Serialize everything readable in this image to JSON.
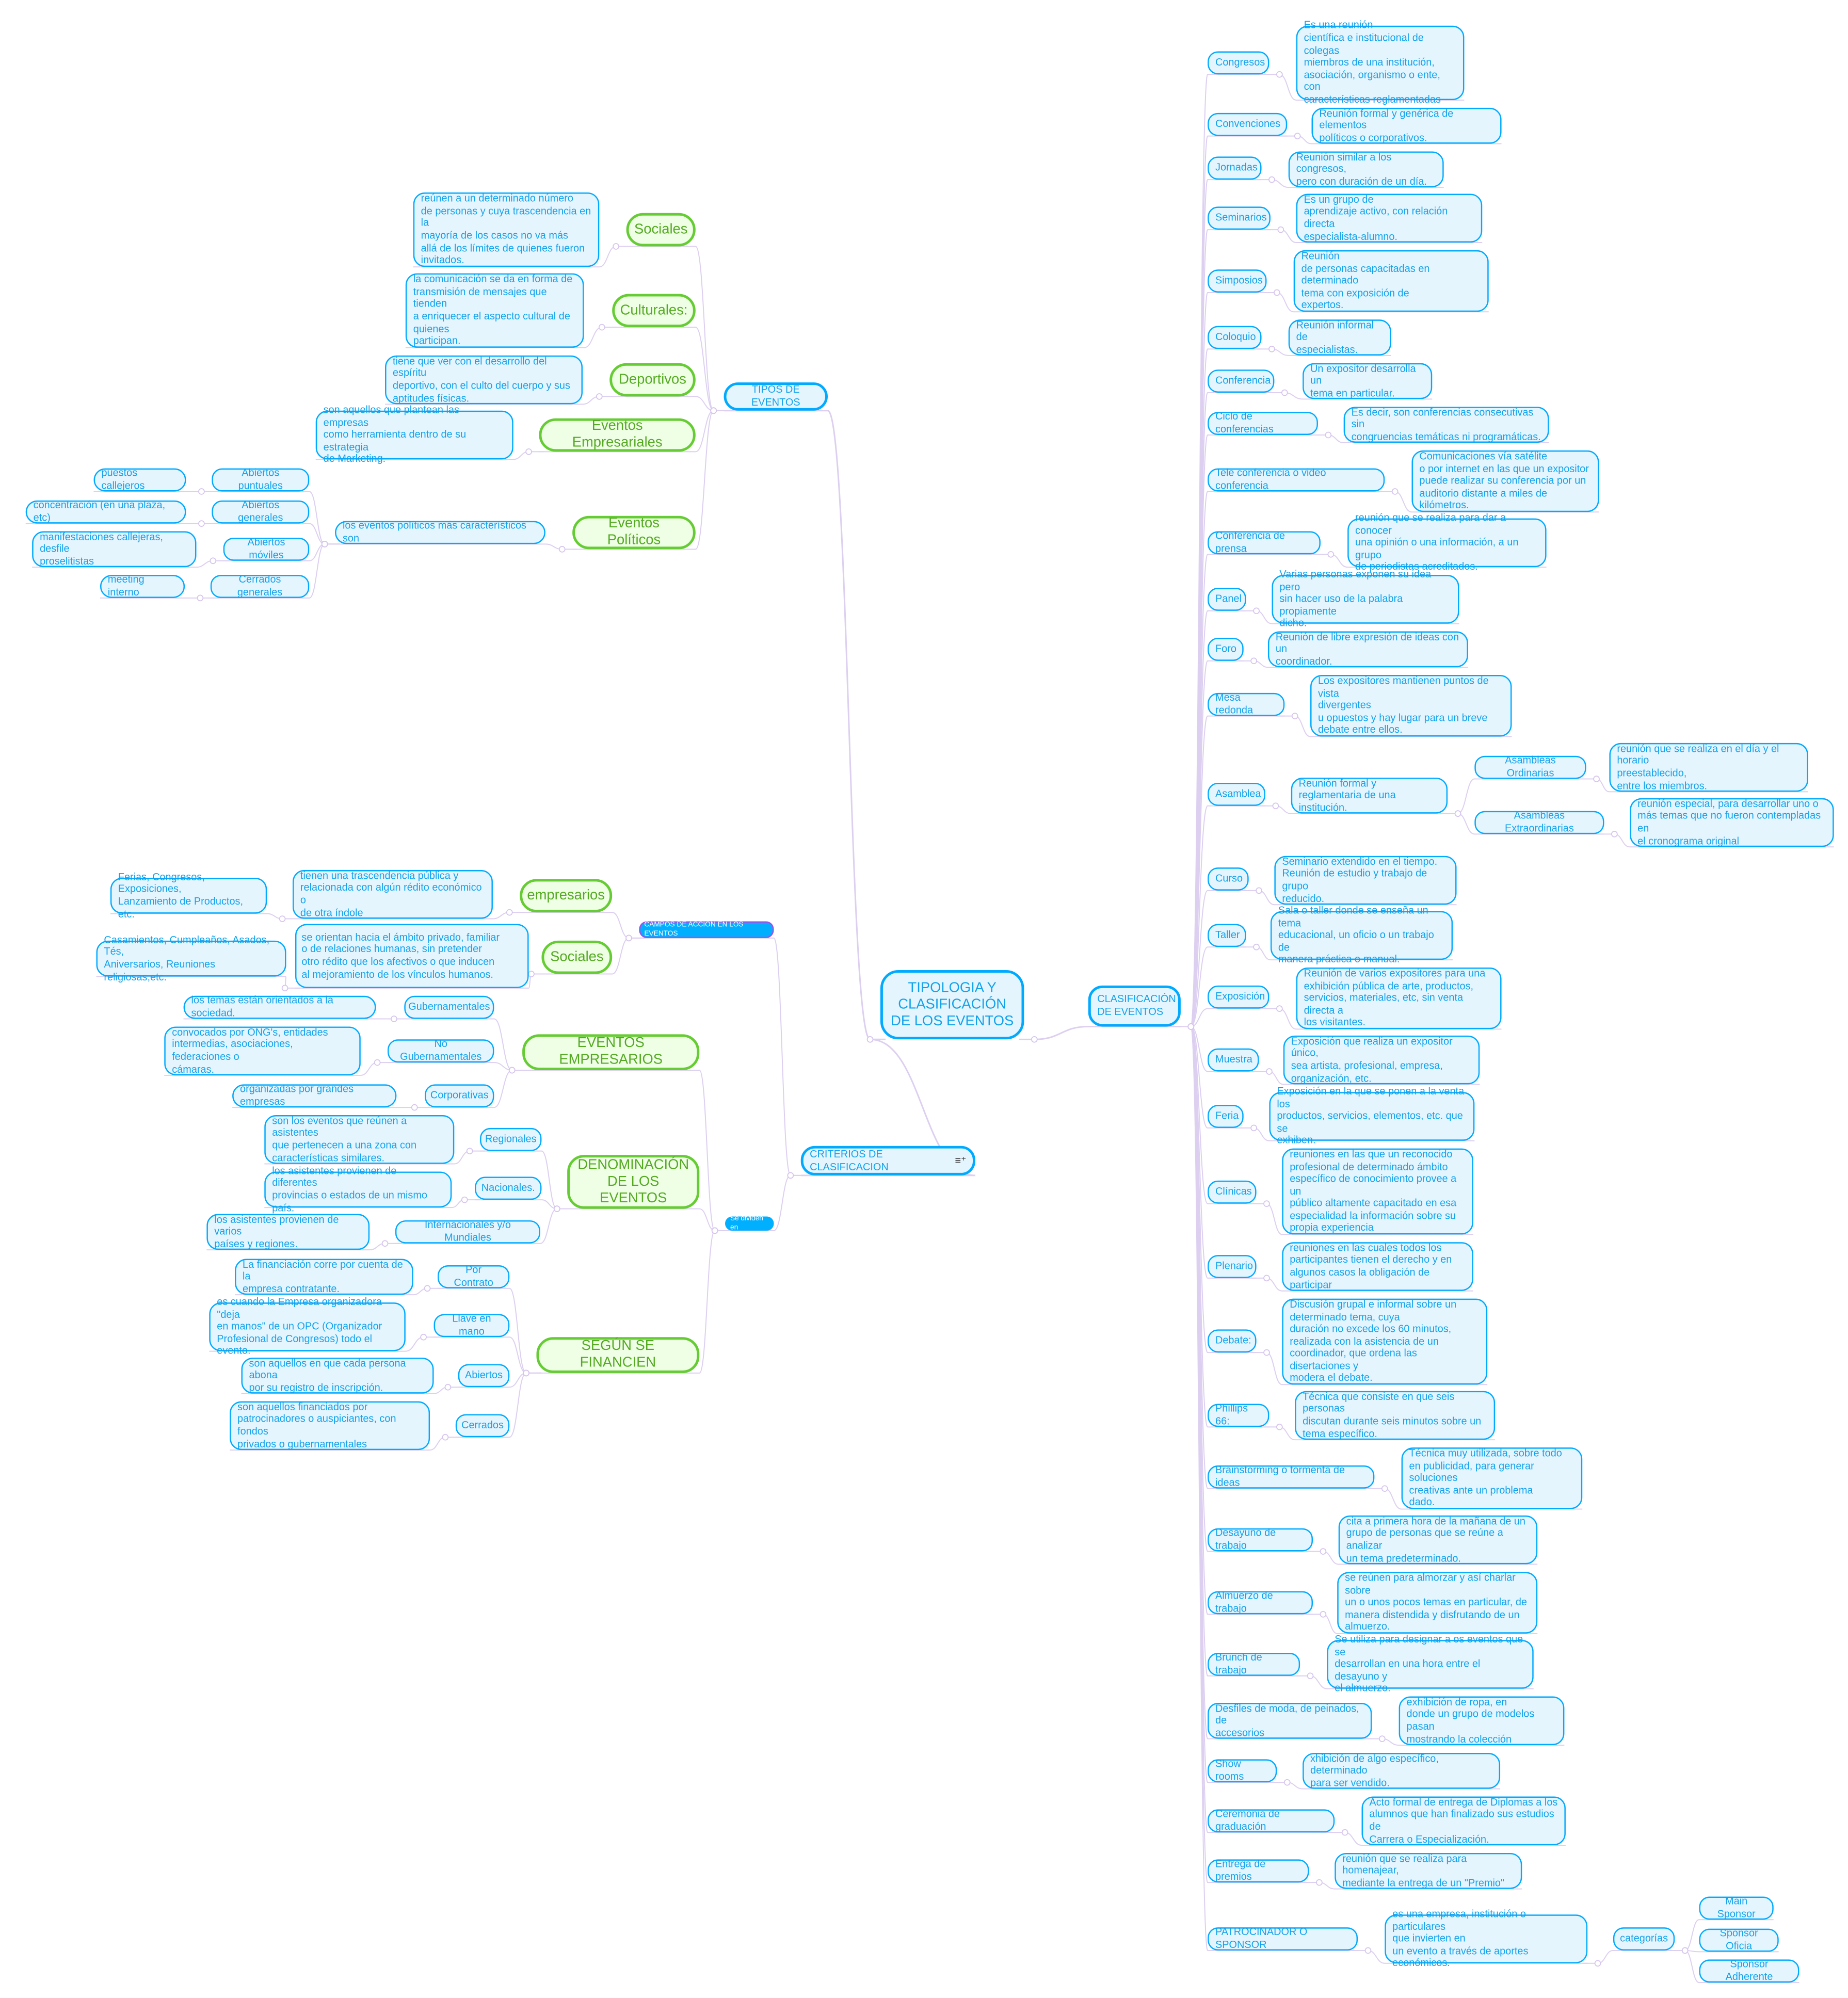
{
  "root": {
    "title": "TIPOLOGIA Y CLASIFICACIÓN DE LOS EVENTOS"
  },
  "colors": {
    "blue_border": "#00aaff",
    "blue_fill": "#e5f5fe",
    "green_border": "#66cc33",
    "green_fill": "#eeffe5",
    "connector": "#dccff0",
    "accent_border": "#a24ce8"
  },
  "clasificacion": {
    "label": "CLASIFICACIÓN DE EVENTOS",
    "items": [
      {
        "label": "Congresos",
        "desc": "Es una reunión\ncientífica e institucional de colegas\nmiembros de una institución,\nasociación, organismo o ente, con\ncaracterísticas reglamentadas"
      },
      {
        "label": "Convenciones",
        "desc": "Reunión formal y genérica de elementos\npolíticos o corporativos."
      },
      {
        "label": "Jornadas",
        "desc": "Reunión similar a los congresos,\npero con duración de un día."
      },
      {
        "label": "Seminarios",
        "desc": "Es un grupo de\naprendizaje activo, con relación directa\nespecialista-alumno."
      },
      {
        "label": "Simposios",
        "desc": "Reunión\nde personas capacitadas en determinado\ntema con exposición de\nexpertos."
      },
      {
        "label": "Coloquio",
        "desc": "Reunión informal de\nespecialistas."
      },
      {
        "label": "Conferencia",
        "desc": "Un expositor desarrolla un\ntema en particular."
      },
      {
        "label": "Ciclo de conferencias",
        "desc": "Es decir, son conferencias consecutivas sin\ncongruencias temáticas ni programáticas."
      },
      {
        "label": "Tele conferencia o video conferencia",
        "desc": "Comunicaciones vía satélite\no por internet en las que un expositor\npuede realizar su conferencia por un\nauditorio distante a miles de kilómetros."
      },
      {
        "label": "Conferencia de prensa",
        "desc": "reunión que se realiza para dar a conocer\nuna opinión o una información, a un grupo\nde periodistas acreditados."
      },
      {
        "label": "Panel",
        "desc": "Varias personas exponen su idea pero\nsin hacer uso de la palabra propiamente\ndicho."
      },
      {
        "label": "Foro",
        "desc": "Reunión de libre expresión de ideas con un\ncoordinador."
      },
      {
        "label": "Mesa redonda",
        "desc": "Los expositores mantienen puntos de vista\ndivergentes\nu opuestos y hay lugar para un breve\ndebate entre ellos."
      },
      {
        "label": "Asamblea",
        "desc": "Reunión formal y\nreglamentaria de una institución.",
        "sub": [
          {
            "label": "Asambleas Ordinarias",
            "desc": "reunión que se realiza en el día y el horario\npreestablecido,\nentre los miembros."
          },
          {
            "label": "Asambleas Extraordinarias",
            "desc": "reunión especial, para desarrollar uno o\nmás temas que no fueron contempladas en\nel cronograma original"
          }
        ]
      },
      {
        "label": "Curso",
        "desc": "Seminario extendido en el tiempo.\nReunión de estudio y trabajo de grupo\nreducido."
      },
      {
        "label": "Taller",
        "desc": "Sala o taller donde se enseña un tema\neducacional, un oficio o un trabajo de\nmanera práctica o manual."
      },
      {
        "label": "Exposición",
        "desc": "Reunión de varios expositores para una\nexhibición pública de arte, productos,\nservicios, materiales, etc, sin venta directa a\nlos visitantes."
      },
      {
        "label": "Muestra",
        "desc": "Exposición que realiza un expositor único,\nsea artista, profesional, empresa,\norganización, etc."
      },
      {
        "label": "Feria",
        "desc": "Exposición en la que se ponen a la venta los\nproductos, servicios, elementos, etc. que se\nexhiben."
      },
      {
        "label": "Clínicas",
        "desc": "reuniones en las que un reconocido\nprofesional de determinado ámbito\nespecífico de conocimiento provee a un\npúblico altamente capacitado en esa\nespecialidad la información sobre su\npropia experiencia"
      },
      {
        "label": "Plenario",
        "desc": "reuniones en las cuales todos los\nparticipantes tienen el derecho y en\nalgunos casos la obligación de participar"
      },
      {
        "label": "Debate:",
        "desc": "Discusión grupal e informal sobre un\ndeterminado tema, cuya\nduración no excede los 60 minutos,\nrealizada con la asistencia de un\ncoordinador, que ordena las disertaciones y\nmodera el debate."
      },
      {
        "label": "Phillips 66:",
        "desc": "Técnica que consiste en que seis personas\ndiscutan durante seis minutos sobre un\ntema específico."
      },
      {
        "label": "Brainstorming o tormenta de ideas",
        "desc": "Técnica muy utilizada, sobre todo\nen publicidad, para generar soluciones\ncreativas ante un problema\ndado."
      },
      {
        "label": "Desayuno de trabajo",
        "desc": "cita a primera hora de la mañana de un\ngrupo de personas que se reúne a analizar\nun tema predeterminado."
      },
      {
        "label": "Almuerzo de trabajo",
        "desc": "se reúnen para almorzar y así charlar sobre\nun o unos  pocos temas en particular, de\nmanera distendida y disfrutando de un\nalmuerzo."
      },
      {
        "label": "Brunch de trabajo",
        "desc": "Se utiliza para designar a os eventos que se\ndesarrollan en una hora entre el desayuno y\nel almuerzo."
      },
      {
        "label": "Desfiles de moda, de peinados, de\naccesorios",
        "desc": "exhibición de ropa, en\ndonde un grupo de modelos pasan\nmostrando la colección"
      },
      {
        "label": "Show rooms",
        "desc": "xhibición de algo específico, determinado\npara ser  vendido."
      },
      {
        "label": "Ceremonia de graduación",
        "desc": "Acto formal de entrega de Diplomas a los\nalumnos que han finalizado sus estudios de\nCarrera o Especialización."
      },
      {
        "label": "Entrega de premios",
        "desc": "reunión que se realiza para homenajear,\nmediante la entrega de un \"Premio\""
      },
      {
        "label": "PATROCINADOR O SPONSOR",
        "desc": "es una empresa, institución o particulares\nque invierten en\nun evento a través de aportes económicos.",
        "categorias": {
          "label": "categorías",
          "items": [
            "Main Sponsor",
            "Sponsor Oficia",
            "Sponsor Adherente"
          ]
        }
      }
    ]
  },
  "tipos": {
    "label": "TIPOS DE EVENTOS",
    "items": [
      {
        "label": "Sociales",
        "desc": "reúnen a un determinado número\nde personas y cuya trascendencia en la\nmayoría de los casos no va más\nallá de los límites de quienes fueron\ninvitados."
      },
      {
        "label": "Culturales:",
        "desc": "la comunicación se da en forma de\ntransmisión de  mensajes que tienden\na enriquecer el aspecto cultural de\nquienes\nparticipan."
      },
      {
        "label": "Deportivos",
        "desc": "tiene que ver con el desarrollo del espíritu\ndeportivo, con el culto del cuerpo y sus\naptitudes físicas."
      },
      {
        "label": "Eventos Empresariales",
        "desc": "son aquellos que plantean las empresas\ncomo herramienta dentro de su estrategia\nde Marketing."
      },
      {
        "label": "Eventos Políticos",
        "desc": "los eventos políticos más característicos son",
        "sub": [
          {
            "label": "Abiertos puntuales",
            "example": "puestos callejeros"
          },
          {
            "label": "Abiertos generales",
            "example": "concentración (en una plaza, etc)"
          },
          {
            "label": "Abiertos móviles",
            "example": "manifestaciones callejeras, desfile\nproselitistas"
          },
          {
            "label": "Cerrados generales",
            "example": "meeting interno"
          }
        ]
      }
    ]
  },
  "criterios": {
    "label": "CRITERIOS DE CLASIFICACION",
    "icon": "notes-icon",
    "campos": {
      "label": "CAMPOS DE ACCIÓN EN LOS EVENTOS",
      "items": [
        {
          "label": "empresarios",
          "desc": "tienen una trascendencia pública y\nrelacionada con algún rédito económico o\nde otra índole",
          "example": "Ferias, Congresos, Exposiciones,\nLanzamiento de Productos, etc."
        },
        {
          "label": "Sociales",
          "desc": "se orientan hacia el ámbito privado, familiar\no de relaciones humanas, sin pretender\notro rédito que los afectivos o que inducen\nal mejoramiento de los vínculos humanos.",
          "example": "Casamientos, Cumpleaños, Asados, Tés,\nAniversarios, Reuniones religiosas,etc."
        }
      ]
    },
    "dividen": {
      "label": "Se dividen en",
      "groups": [
        {
          "label": "EVENTOS EMPRESARIOS",
          "items": [
            {
              "label": "Gubernamentales",
              "desc": "los temas están orientados a la sociedad."
            },
            {
              "label": "No Gubernamentales",
              "desc": "convocados por ONG's, entidades\nintermedias, asociaciones, federaciones o\ncámaras."
            },
            {
              "label": "Corporativas",
              "desc": "organizadas por grandes empresas"
            }
          ]
        },
        {
          "label": "DENOMINACIÓN\nDE LOS EVENTOS",
          "items": [
            {
              "label": "Regionales",
              "desc": "son los eventos que reúnen a asistentes\nque pertenecen a una zona con\ncaracterísticas similares."
            },
            {
              "label": "Nacionales.",
              "desc": "los asistentes provienen de diferentes\nprovincias o estados de un mismo país."
            },
            {
              "label": "Internacionales y/o Mundiales",
              "desc": "los asistentes provienen de varios\npaíses y regiones."
            }
          ]
        },
        {
          "label": "SEGÚN SE FINANCIEN",
          "items": [
            {
              "label": "Por Contrato",
              "desc": "La financiación corre por cuenta de la\nempresa contratante."
            },
            {
              "label": "Llave en mano",
              "desc": "es cuando la Empresa organizadora \"deja\nen manos\" de un OPC (Organizador\nProfesional de Congresos) todo el evento."
            },
            {
              "label": "Abiertos",
              "desc": "son aquellos en que cada persona abona\npor su registro de inscripción."
            },
            {
              "label": "Cerrados",
              "desc": "son aquellos financiados por\npatrocinadores o auspiciantes, con fondos\nprivados o gubernamentales"
            }
          ]
        }
      ]
    }
  }
}
